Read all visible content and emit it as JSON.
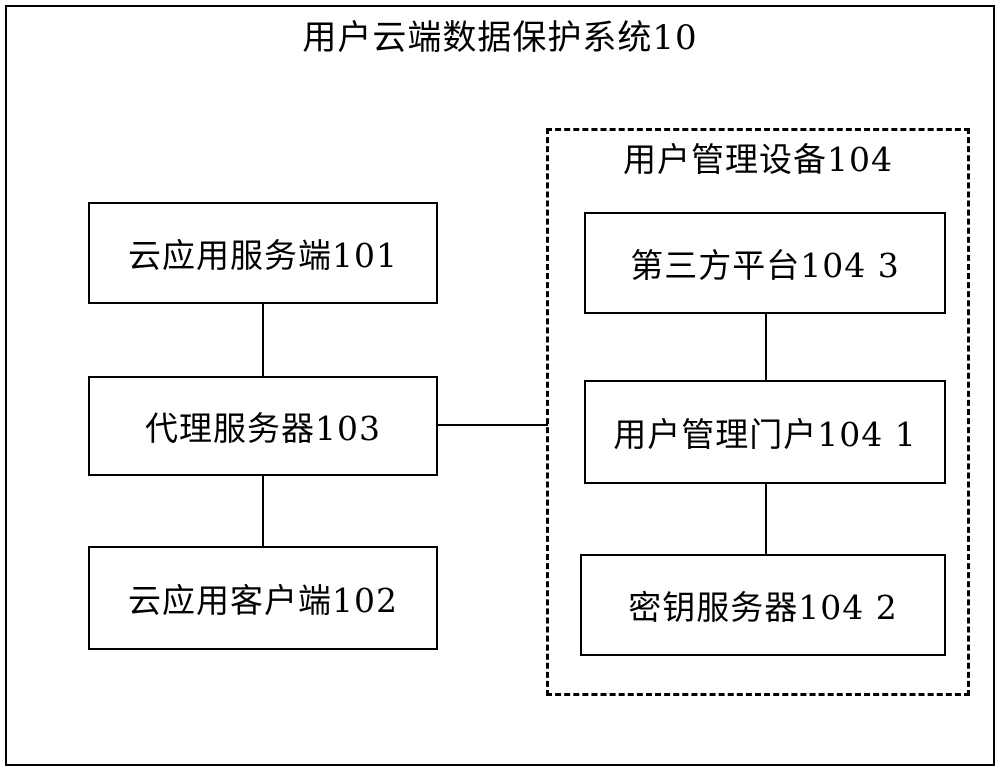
{
  "diagram": {
    "title": "用户云端数据保护系统10",
    "group": {
      "label": "用户管理设备104",
      "nodes": {
        "third_party": "第三方平台104 3",
        "portal": "用户管理门户104 1",
        "key_server": "密钥服务器104 2"
      }
    },
    "nodes": {
      "cloud_server": "云应用服务端101",
      "proxy": "代理服务器103",
      "cloud_client": "云应用客户端102"
    }
  }
}
